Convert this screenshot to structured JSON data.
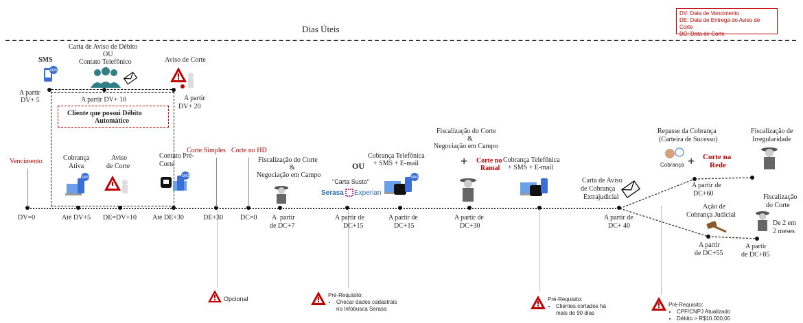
{
  "header": {
    "title": "Dias Úteis",
    "legend": [
      "DV: Data de Vencimento",
      "DE: Data de Entrega do Aviso de Corte",
      "DC: Data de Corte"
    ]
  },
  "top": {
    "sms": "SMS",
    "sms_when_1": "A partir",
    "sms_when_2": "DV+ 5",
    "carta_1": "Carta de Aviso de Débito",
    "carta_2": "OU",
    "carta_3": "Contato Telefônico",
    "carta_when": "A partir DV+ 10",
    "aviso": "Aviso de Corte",
    "aviso_when_1": "A partir",
    "aviso_when_2": "DV+ 20",
    "debito_1": "Cliente que possui Débito",
    "debito_2": "Automático"
  },
  "upper_labels": {
    "vencimento": "Vencimento",
    "cobranca_1": "Cobrança",
    "cobranca_2": "Ativa",
    "aviso_1": "Aviso",
    "aviso_2": "de Corte",
    "contato_1": "Contato Pré-",
    "contato_2": "Corte",
    "corte_simples": "Corte Simples",
    "corte_hd": "Corte no HD",
    "fisc_1": "Fiscalização do Corte",
    "fisc_2": "&",
    "fisc_3": "Negociação em Campo",
    "ou": "OU",
    "carta_susto": "\"Carta Susto\"",
    "serasa": "Serasa",
    "experian": "Experian",
    "cob_tel_1": "Cobrança Telefônica",
    "cob_tel_2": "+ SMS + E-mail",
    "fisc2_1": "Fiscalização do Corte",
    "fisc2_2": "&",
    "fisc2_3": "Negociação em Campo",
    "corte_ramal_1": "Corte no",
    "corte_ramal_2": "Ramal",
    "cob_tel2_1": "Cobrança Telefônica",
    "cob_tel2_2": "+ SMS + E-mail",
    "carta_aviso_1": "Carta de Aviso",
    "carta_aviso_2": "de Cobrança",
    "carta_aviso_3": "Extrajudicial",
    "repasse_1": "Repasse da Cobrança",
    "repasse_2": "(Carteira de Sucesso)",
    "cobranca_logo": "Cobrança",
    "corte_rede_1": "Corte na",
    "corte_rede_2": "Rede",
    "fisc_irr_1": "Fiscalização de",
    "fisc_irr_2": "Irregularidade",
    "fisc_corte_1": "Fiscalização",
    "fisc_corte_2": "do Corte",
    "acao_1": "Ação de",
    "acao_2": "Cobrança Judicial"
  },
  "timeline": {
    "dv0": "DV=0",
    "ate_dv5": "Até DV+5",
    "de_dv10": "DE=DV+10",
    "ate_de30": "Até DE+30",
    "de30": "DE+30",
    "dc0": "DC=0",
    "dc7_1": "A",
    "dc7_2": "partir",
    "dc7_3": "de DC+7",
    "dc15a_1": "A partir de",
    "dc15a_2": "DC+15",
    "dc15b_1": "A partir de",
    "dc15b_2": "DC+15",
    "dc30_1": "A partir de",
    "dc30_2": "DC+30",
    "dc40_1": "A partir de",
    "dc40_2": "DC+ 40",
    "dc60_1": "A partir de",
    "dc60_2": "DC+60",
    "dc55_1": "A partir",
    "dc55_2": "de DC+55",
    "dc85_1": "A partir",
    "dc85_2": "de DC+85",
    "de2em_1": "De 2 em",
    "de2em_2": "2 meses"
  },
  "bottom": {
    "opcional": "Opcional",
    "req1_title": "Pré-Requisito:",
    "req1_items": [
      "Checar dados cadastrais",
      "no Infobusca Serasa"
    ],
    "req2_title": "Pré-Requisito:",
    "req2_items": [
      "Clientes cortados há",
      "mais de 90 dias"
    ],
    "req3_title": "Pré-Requisito:",
    "req3_items": [
      "CPF/CNPJ Atualizado",
      "Débito > R$10.000,00"
    ]
  },
  "colors": {
    "red": "#c00000",
    "blue": "#3b6fd6",
    "teal": "#2f7f86"
  }
}
